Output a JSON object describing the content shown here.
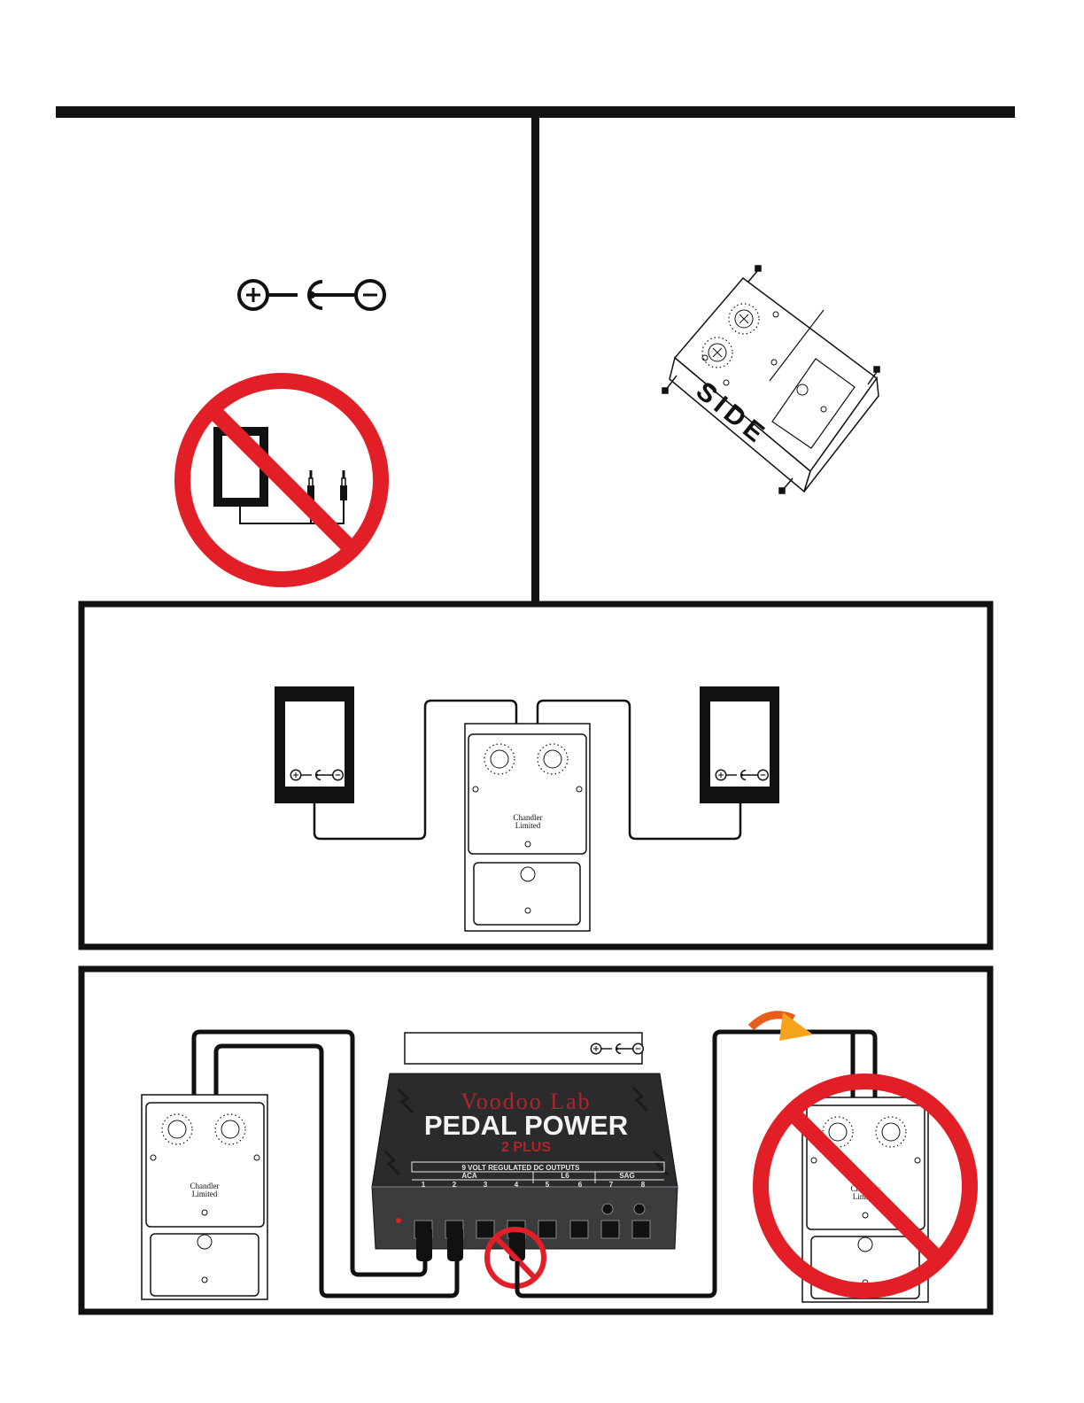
{
  "pedal_brand": {
    "line1": "Chandler",
    "line2": "Limited"
  },
  "side_label": "SIDE",
  "power_supply": {
    "brand": "Voodoo Lab",
    "title": "PEDAL POWER",
    "subtitle": "2 PLUS",
    "outputs_label": "9 VOLT REGULATED DC OUTPUTS",
    "groups": [
      "ACA",
      "L6",
      "SAG"
    ],
    "jacks": [
      "1",
      "2",
      "3",
      "4",
      "5",
      "6",
      "7",
      "8"
    ]
  },
  "colors": {
    "prohibit_red": "#e21e26",
    "outline": "#111111",
    "supply_body": "#2b2b2d",
    "arrow_orange": "#f4a31a"
  },
  "icons": [
    "polarity-symbol-icon",
    "prohibited-sign-icon",
    "screw-icon",
    "curved-arrow-icon"
  ]
}
